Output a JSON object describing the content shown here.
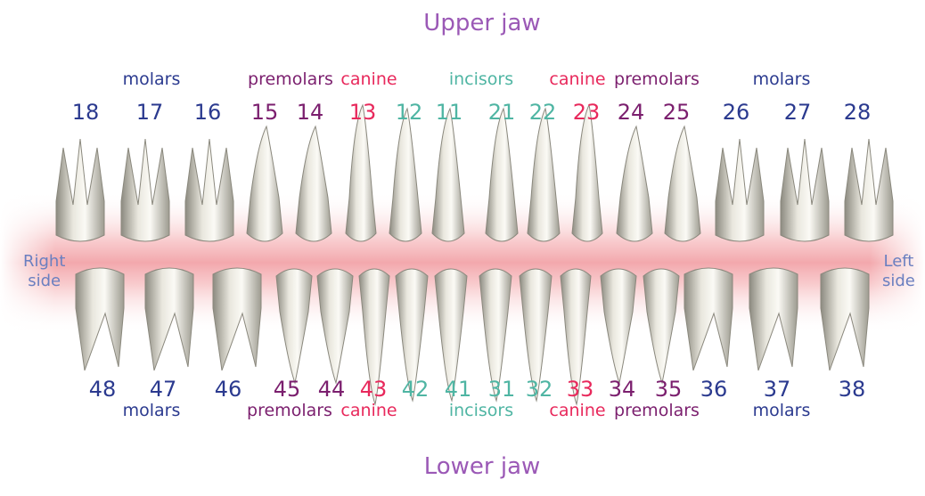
{
  "titles": {
    "upper": "Upper jaw",
    "lower": "Lower jaw"
  },
  "sides": {
    "right": [
      "Right",
      "side"
    ],
    "left": [
      "Left",
      "side"
    ]
  },
  "colors": {
    "title": "#9b59b6",
    "molars": "#2b3a8f",
    "premolars": "#7b1f6e",
    "canine": "#e8295c",
    "incisors": "#4fb5a3",
    "side": "#6a7fc0",
    "gum": "#f6b9bc"
  },
  "upper": {
    "groups": [
      {
        "label": "molars",
        "type": "molars"
      },
      {
        "label": "premolars",
        "type": "premolars"
      },
      {
        "label": "canine",
        "type": "canine"
      },
      {
        "label": "incisors",
        "type": "incisors"
      },
      {
        "label": "canine",
        "type": "canine"
      },
      {
        "label": "premolars",
        "type": "premolars"
      },
      {
        "label": "molars",
        "type": "molars"
      }
    ],
    "teeth": [
      {
        "num": "18",
        "type": "molars"
      },
      {
        "num": "17",
        "type": "molars"
      },
      {
        "num": "16",
        "type": "molars"
      },
      {
        "num": "15",
        "type": "premolars"
      },
      {
        "num": "14",
        "type": "premolars"
      },
      {
        "num": "13",
        "type": "canine"
      },
      {
        "num": "12",
        "type": "incisors"
      },
      {
        "num": "11",
        "type": "incisors"
      },
      {
        "num": "21",
        "type": "incisors"
      },
      {
        "num": "22",
        "type": "incisors"
      },
      {
        "num": "23",
        "type": "canine"
      },
      {
        "num": "24",
        "type": "premolars"
      },
      {
        "num": "25",
        "type": "premolars"
      },
      {
        "num": "26",
        "type": "molars"
      },
      {
        "num": "27",
        "type": "molars"
      },
      {
        "num": "28",
        "type": "molars"
      }
    ]
  },
  "lower": {
    "groups": [
      {
        "label": "molars",
        "type": "molars"
      },
      {
        "label": "premolars",
        "type": "premolars"
      },
      {
        "label": "canine",
        "type": "canine"
      },
      {
        "label": "incisors",
        "type": "incisors"
      },
      {
        "label": "canine",
        "type": "canine"
      },
      {
        "label": "premolars",
        "type": "premolars"
      },
      {
        "label": "molars",
        "type": "molars"
      }
    ],
    "teeth": [
      {
        "num": "48",
        "type": "molars"
      },
      {
        "num": "47",
        "type": "molars"
      },
      {
        "num": "46",
        "type": "molars"
      },
      {
        "num": "45",
        "type": "premolars"
      },
      {
        "num": "44",
        "type": "premolars"
      },
      {
        "num": "43",
        "type": "canine"
      },
      {
        "num": "42",
        "type": "incisors"
      },
      {
        "num": "41",
        "type": "incisors"
      },
      {
        "num": "31",
        "type": "incisors"
      },
      {
        "num": "32",
        "type": "incisors"
      },
      {
        "num": "33",
        "type": "canine"
      },
      {
        "num": "34",
        "type": "premolars"
      },
      {
        "num": "35",
        "type": "premolars"
      },
      {
        "num": "36",
        "type": "molars"
      },
      {
        "num": "37",
        "type": "molars"
      },
      {
        "num": "38",
        "type": "molars"
      }
    ]
  }
}
